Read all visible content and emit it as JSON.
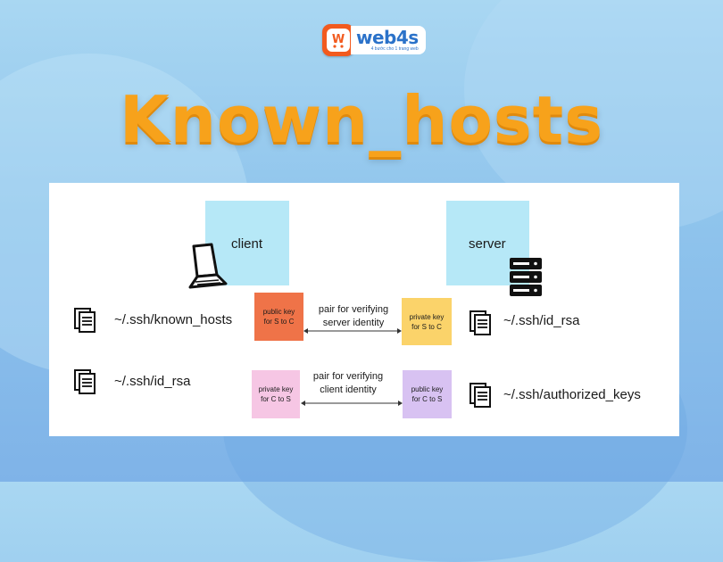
{
  "brand": {
    "logo_letter": "W",
    "name": "web4s",
    "tagline": "4 bước cho 1 trang web"
  },
  "title": "Known_hosts",
  "diagram": {
    "client_label": "client",
    "server_label": "server",
    "client_files": [
      "~/.ssh/known_hosts",
      "~/.ssh/id_rsa"
    ],
    "server_files": [
      "~/.ssh/id_rsa",
      "~/.ssh/authorized_keys"
    ],
    "pair1": {
      "left_key": [
        "public key",
        "for S to C"
      ],
      "right_key": [
        "private key",
        "for S to C"
      ],
      "label": [
        "pair for verifying",
        "server identity"
      ]
    },
    "pair2": {
      "left_key": [
        "private key",
        "for C to S"
      ],
      "right_key": [
        "public key",
        "for C to S"
      ],
      "label": [
        "pair for verifying",
        "client identity"
      ]
    },
    "colors": {
      "box_bg": "#b6e8f7",
      "pub_sc": "#ef7348",
      "priv_sc": "#fbd36a",
      "priv_cs": "#f6c6e4",
      "pub_cs": "#d8c2f2",
      "title": "#f7a21b"
    },
    "icons": [
      "laptop-icon",
      "server-rack-icon",
      "document-icon"
    ]
  }
}
